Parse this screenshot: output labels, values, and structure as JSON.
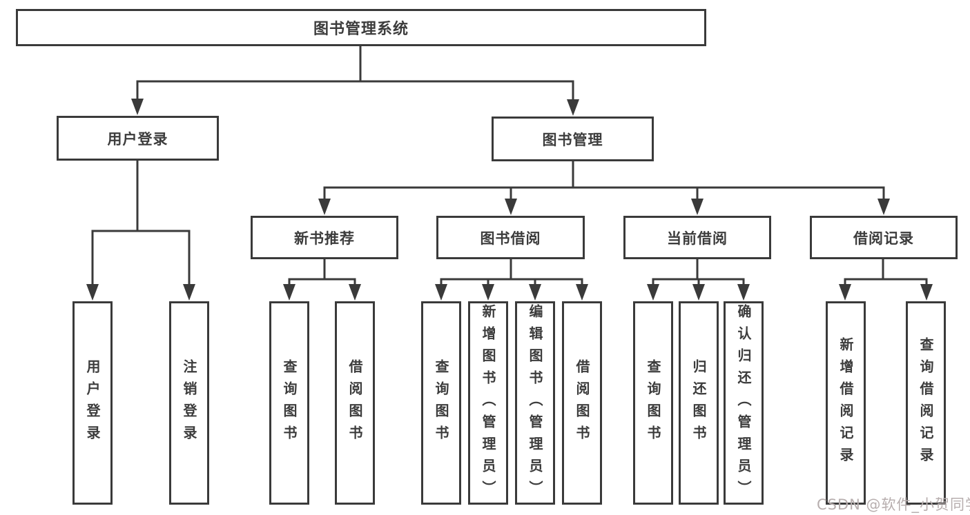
{
  "tree": {
    "root": "图书管理系统",
    "branches": [
      {
        "label": "用户登录",
        "children": [
          "用户登录",
          "注销登录"
        ]
      },
      {
        "label": "图书管理",
        "sections": [
          {
            "label": "新书推荐",
            "children": [
              "查询图书",
              "借阅图书"
            ]
          },
          {
            "label": "图书借阅",
            "children": [
              "查询图书",
              "新增图书（管理员）",
              "编辑图书（管理员）",
              "借阅图书"
            ]
          },
          {
            "label": "当前借阅",
            "children": [
              "查询图书",
              "归还图书",
              "确认归还（管理员）"
            ]
          },
          {
            "label": "借阅记录",
            "children": [
              "新增借阅记录",
              "查询借阅记录"
            ]
          }
        ]
      }
    ]
  },
  "watermark": {
    "text": "CSDN @软件_小贺同学"
  },
  "colors": {
    "line": "#3a3a3a",
    "text": "#3c3c3c",
    "watermark": "#b7aeae",
    "background": "#ffffff"
  }
}
